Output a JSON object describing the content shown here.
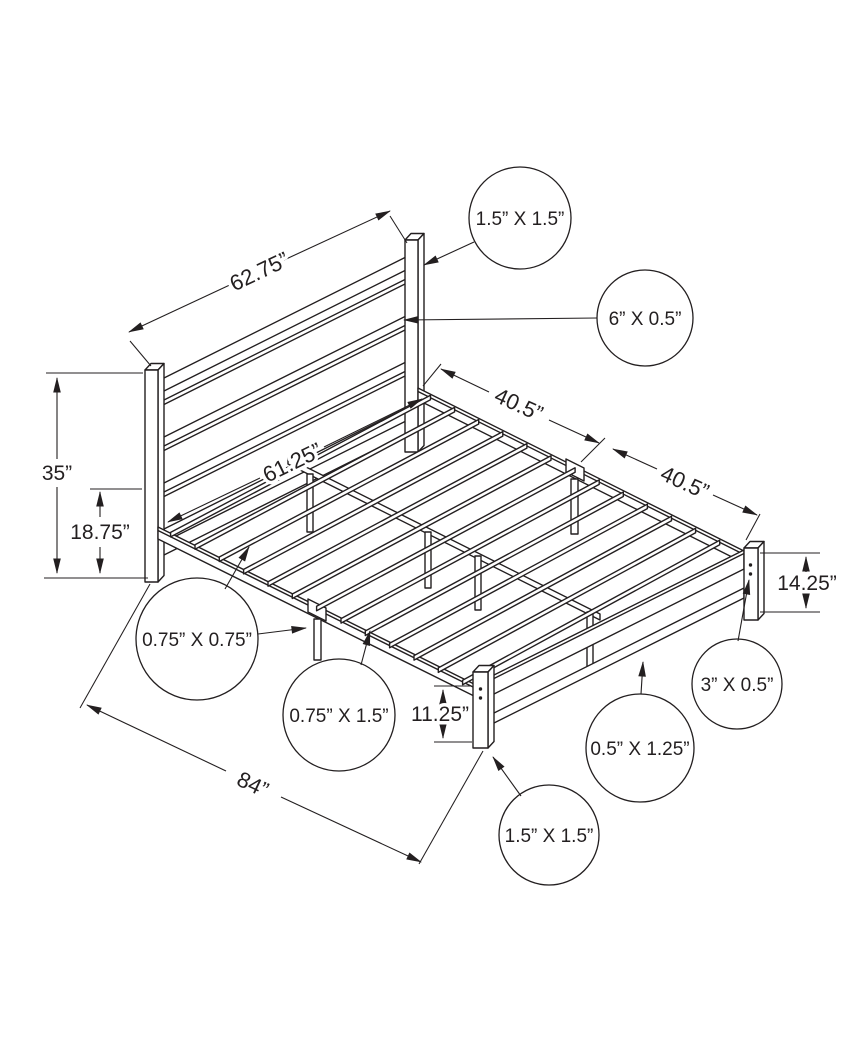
{
  "diagram": {
    "dimensions": {
      "headboard_width": "62.75”",
      "headboard_height": "35”",
      "under_clearance": "18.75”",
      "slat_length": "61.25”",
      "half_length_head": "40.5”",
      "half_length_foot": "40.5”",
      "footboard_height": "14.25”",
      "frame_height": "11.25”",
      "overall_length": "84”"
    },
    "callouts": {
      "headboard_post": "1.5” X 1.5”",
      "headboard_slat": "6” X 0.5”",
      "support_leg": "0.75” X 0.75”",
      "side_rail": "0.75” X 1.5”",
      "footboard_plank": "3” X 0.5”",
      "bottom_rail": "0.5” X 1.25”",
      "footboard_post": "1.5” X 1.5”"
    }
  }
}
